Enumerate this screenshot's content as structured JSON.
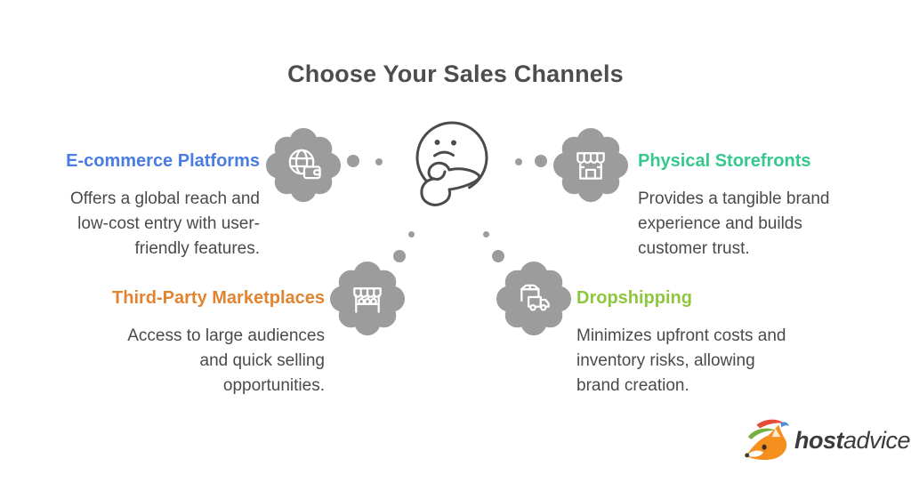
{
  "title": "Choose Your Sales Channels",
  "channels": [
    {
      "id": "ecommerce-platforms",
      "title": "E-commerce Platforms",
      "description": "Offers a global reach and low-cost entry with user-friendly features.",
      "color": "#4a7ce3",
      "icon": "globe-wallet-icon"
    },
    {
      "id": "physical-storefronts",
      "title": "Physical Storefronts",
      "description": "Provides a tangible brand experience and builds customer trust.",
      "color": "#35c98e",
      "icon": "storefront-icon"
    },
    {
      "id": "third-party-marketplaces",
      "title": "Third-Party Marketplaces",
      "description": "Access to large audiences and quick selling opportunities.",
      "color": "#e08432",
      "icon": "market-stall-icon"
    },
    {
      "id": "dropshipping",
      "title": "Dropshipping",
      "description": "Minimizes upfront costs and inventory risks, allowing brand creation.",
      "color": "#8ec63f",
      "icon": "package-truck-icon"
    }
  ],
  "center_figure": "thinking-face",
  "logo": {
    "brand_bold": "host",
    "brand_regular": "advice."
  },
  "colors": {
    "cloud_gray": "#9c9c9c",
    "title_gray": "#4d4d4d",
    "body_text": "#4b4a47",
    "face_outline": "#4b4b4b"
  }
}
